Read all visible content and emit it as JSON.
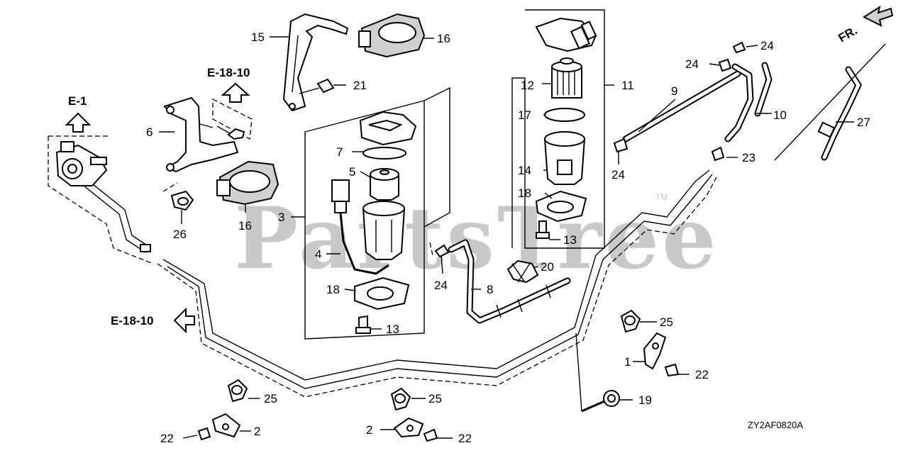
{
  "diagram": {
    "watermark": "PartsTree",
    "trademark": "TM",
    "drawing_code": "ZY2AF0820A",
    "direction_label": "FR.",
    "refs": {
      "e1": "E-1",
      "e1810_top": "E-18-10",
      "e1810_left": "E-18-10"
    },
    "callouts": {
      "c1": "1",
      "c2a": "2",
      "c2b": "2",
      "c3": "3",
      "c4": "4",
      "c5": "5",
      "c6": "6",
      "c7": "7",
      "c8": "8",
      "c9": "9",
      "c10": "10",
      "c11": "11",
      "c12": "12",
      "c13a": "13",
      "c13b": "13",
      "c14": "14",
      "c15": "15",
      "c16a": "16",
      "c16b": "16",
      "c17": "17",
      "c18a": "18",
      "c18b": "18",
      "c19": "19",
      "c20": "20",
      "c21": "21",
      "c22a": "22",
      "c22b": "22",
      "c22c": "22",
      "c23": "23",
      "c24a": "24",
      "c24b": "24",
      "c24c": "24",
      "c24d": "24",
      "c25a": "25",
      "c25b": "25",
      "c25c": "25",
      "c26": "26",
      "c27": "27"
    }
  }
}
